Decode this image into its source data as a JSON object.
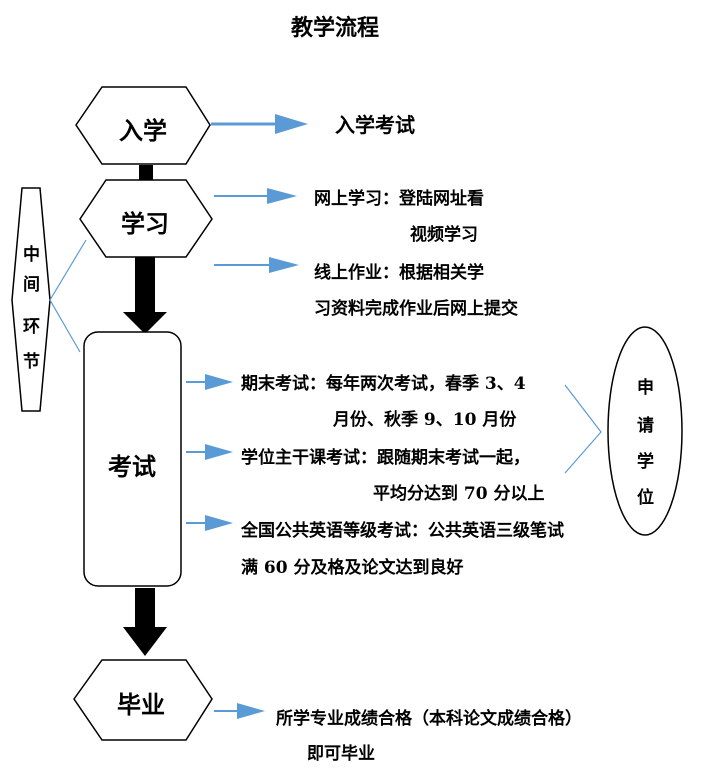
{
  "title": "教学流程",
  "nodes": {
    "enroll": "入学",
    "study": "学习",
    "exam": "考试",
    "graduate": "毕业"
  },
  "side_labels": {
    "middle": [
      "中",
      "间",
      "环",
      "节"
    ],
    "degree": [
      "申",
      "请",
      "学",
      "位"
    ]
  },
  "notes": {
    "enroll_exam": "入学考试",
    "online_study": [
      "网上学习：登陆网址看",
      "视频学习"
    ],
    "online_homework": [
      "线上作业：根据相关学",
      "习资料完成作业后网上提交"
    ],
    "final_exam": [
      "期末考试：每年两次考试，春季 3、4",
      "月份、秋季 9、10 月份"
    ],
    "degree_exam": [
      "学位主干课考试：跟随期末考试一起，",
      "平均分达到 70 分以上"
    ],
    "english_exam": [
      "全国公共英语等级考试：公共英语三级笔试",
      "满 60 分及格及论文达到良好"
    ],
    "graduation": [
      "所学专业成绩合格（本科论文成绩合格）",
      "即可毕业"
    ]
  },
  "colors": {
    "arrow_blue": "#5b9bd5",
    "shape_stroke": "#000000",
    "flow_arrow": "#000000",
    "bracket_line": "#5b9bd5"
  }
}
